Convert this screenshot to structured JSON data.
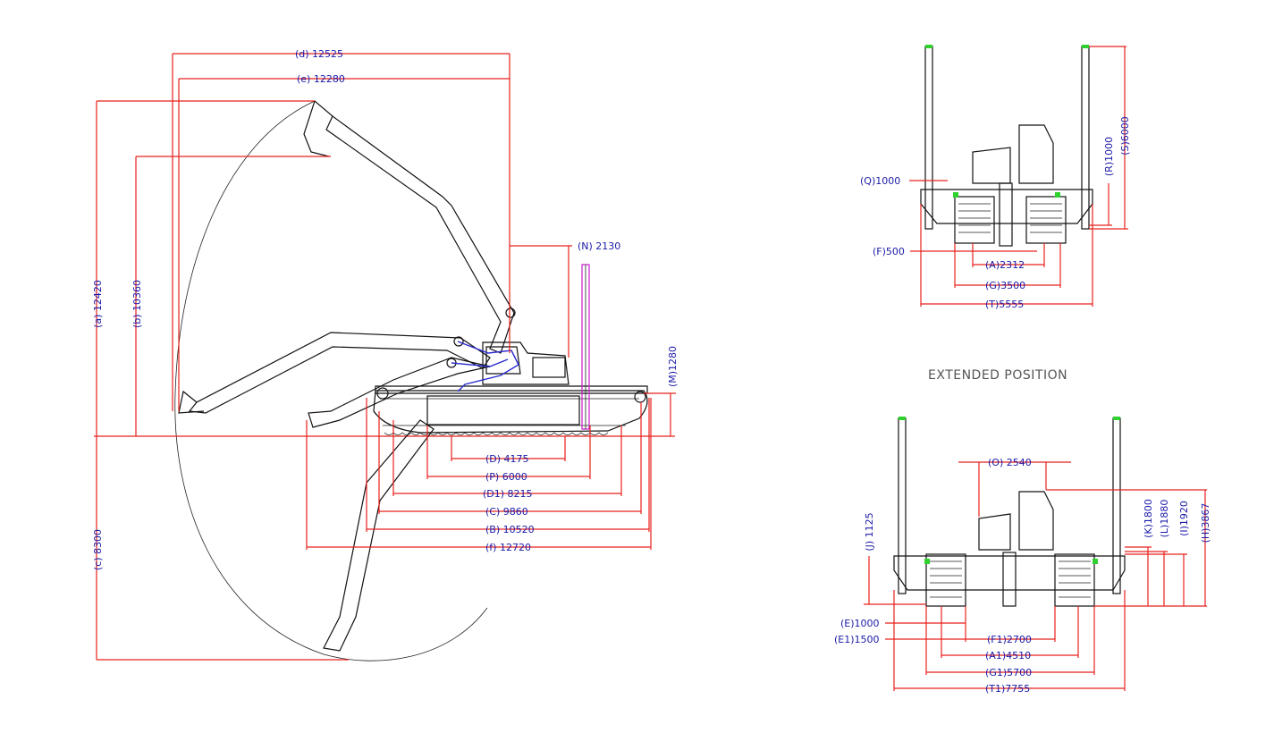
{
  "caption": "EXTENDED POSITION",
  "side_view": {
    "d": "(d) 12525",
    "e": "(e) 12280",
    "a": "(a) 12420",
    "b": "(b) 10360",
    "c": "(c) 8300",
    "N": "(N) 2130",
    "M": "(M)1280",
    "D": "(D) 4175",
    "P": "(P) 6000",
    "D1": "(D1) 8215",
    "C": "(C) 9860",
    "B": "(B) 10520",
    "f": "(f) 12720"
  },
  "front_view_retracted": {
    "Q": "(Q)1000",
    "F": "(F)500",
    "A": "(A)2312",
    "G": "(G)3500",
    "T": "(T)5555",
    "R": "(R)1000",
    "S": "(S)6000"
  },
  "front_view_extended": {
    "O": "(O) 2540",
    "J": "(J) 1125",
    "K": "(K)1800",
    "L": "(L)1880",
    "I": "(I)1920",
    "H": "(H)3867",
    "E": "(E)1000",
    "E1": "(E1)1500",
    "F1": "(F1)2700",
    "A1": "(A1)4510",
    "G1": "(G1)5700",
    "T1": "(T1)7755"
  }
}
